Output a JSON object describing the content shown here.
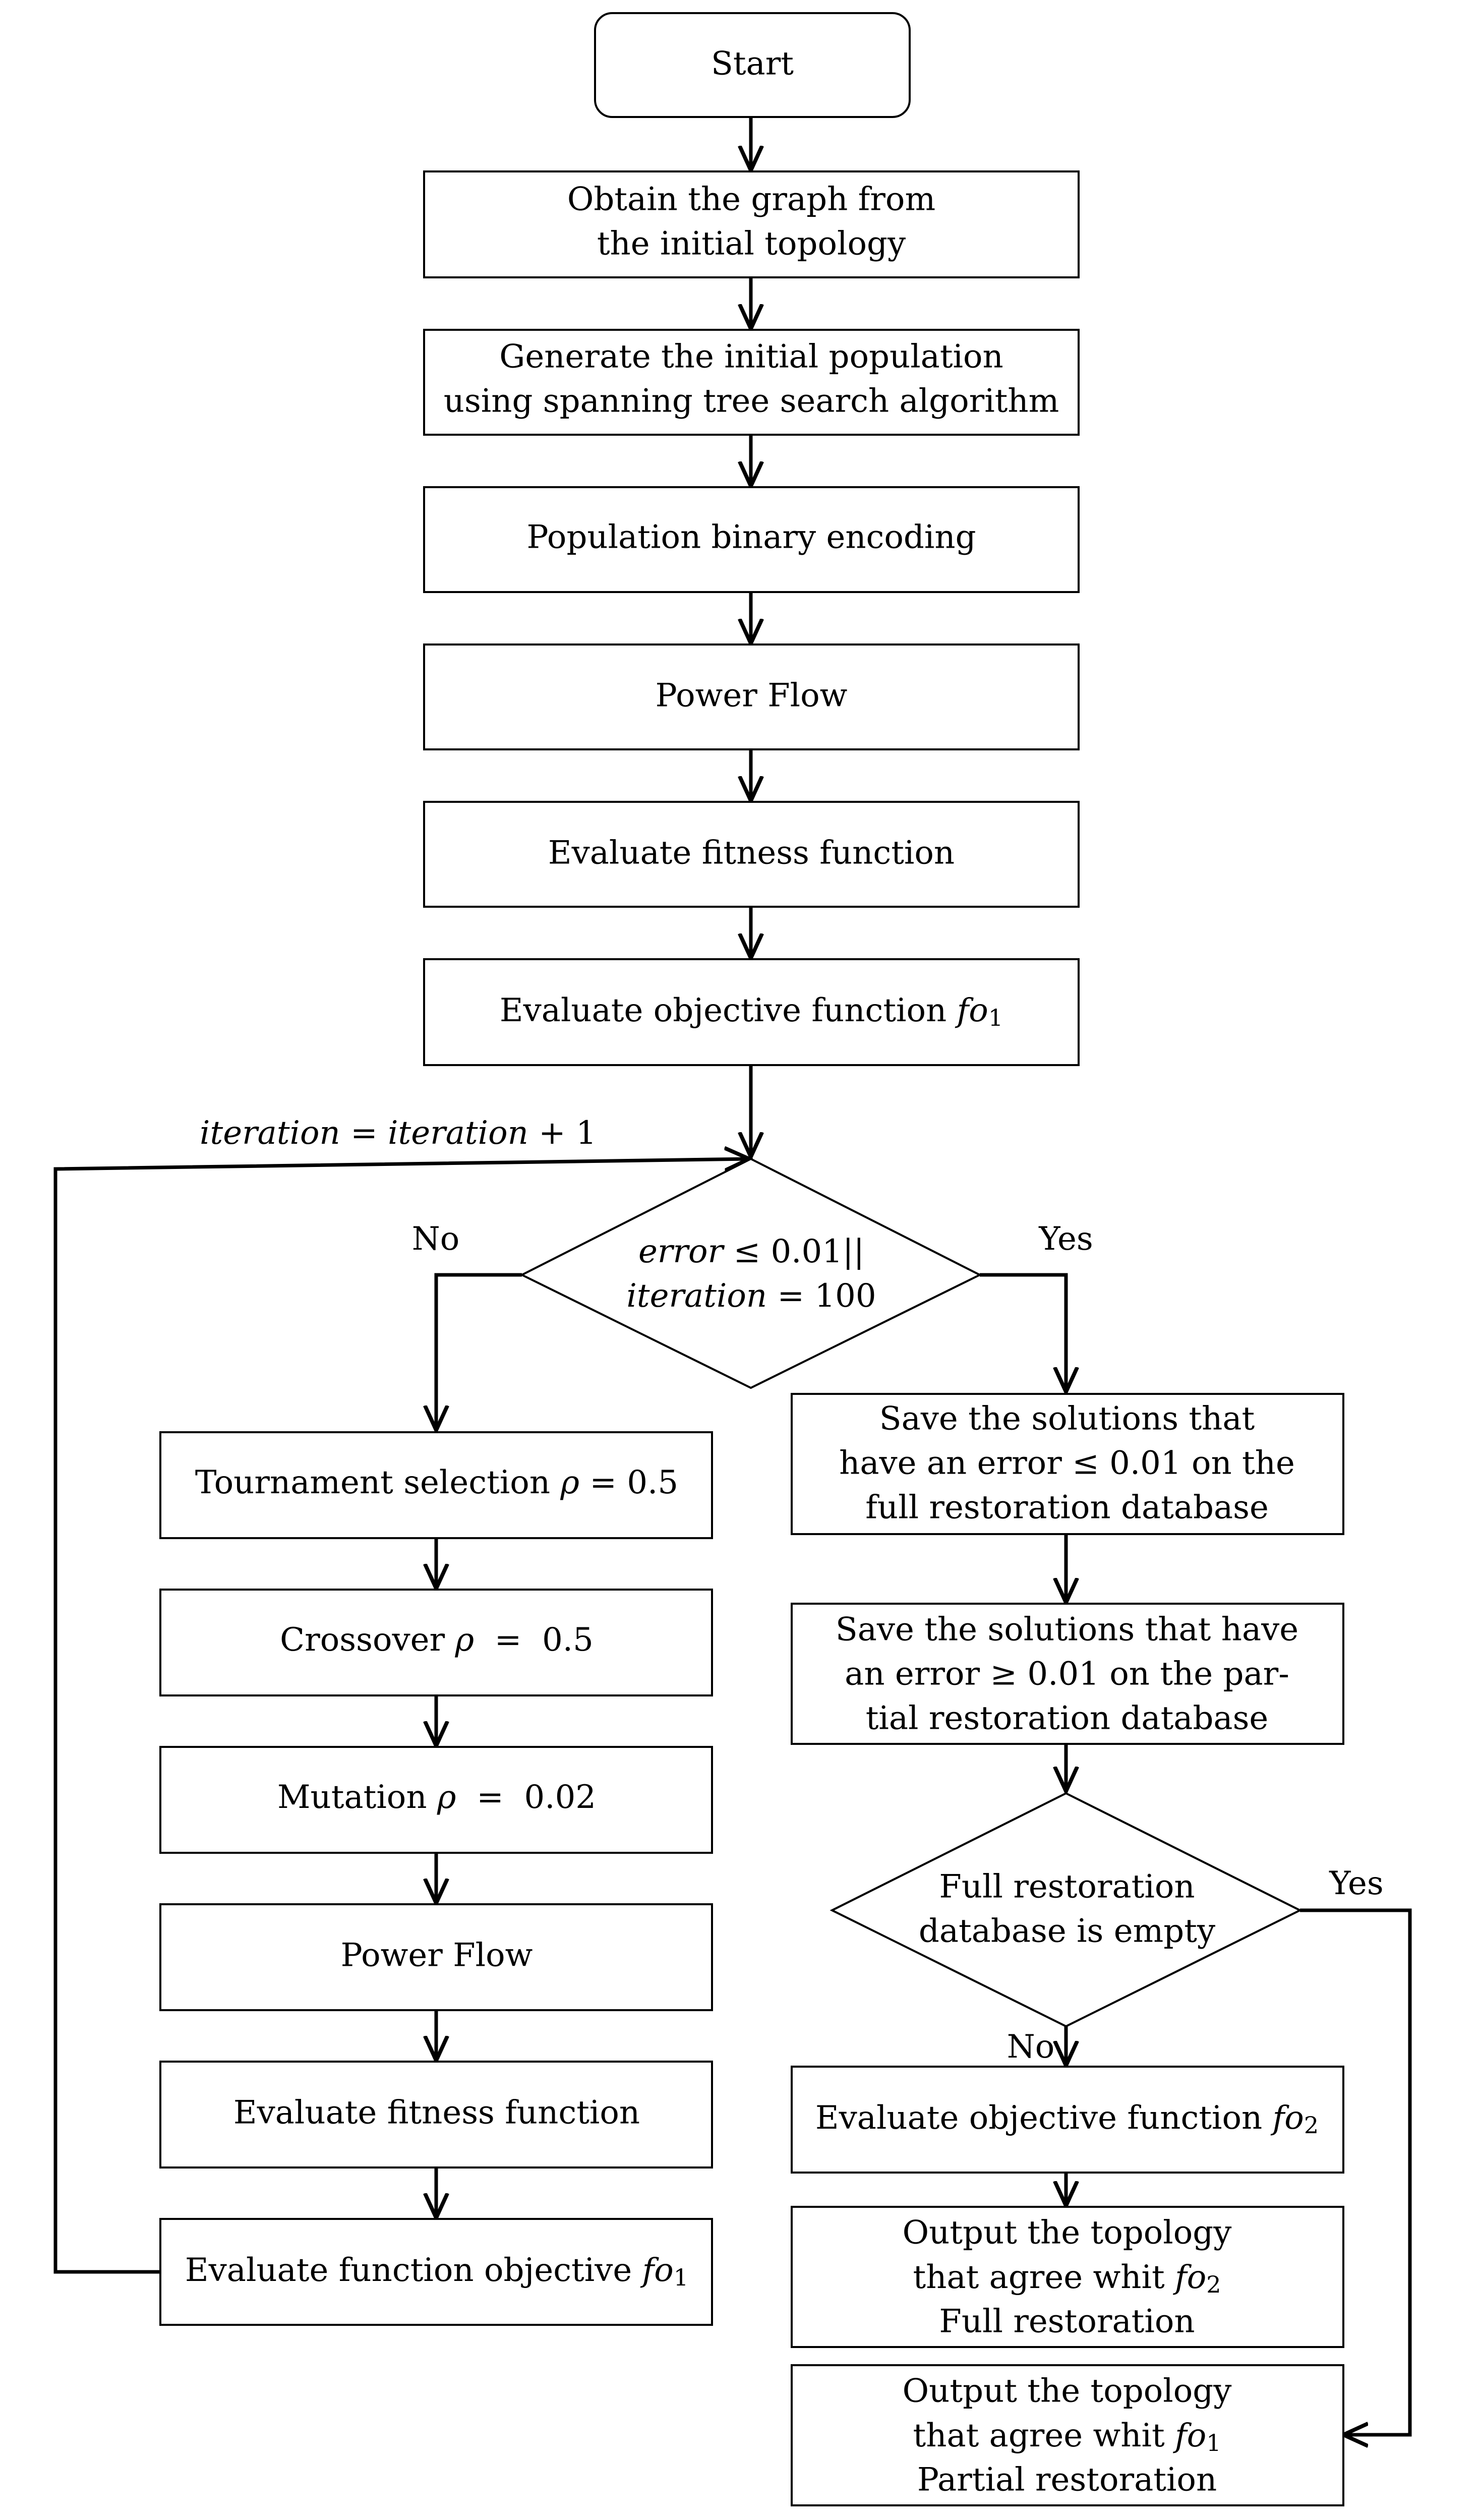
{
  "nodes": {
    "start": {
      "lines": [
        "Start"
      ]
    },
    "obtain_graph": {
      "lines": [
        "Obtain the graph from",
        "the initial topology"
      ]
    },
    "generate_population": {
      "lines": [
        "Generate the initial population",
        "using spanning tree search algorithm"
      ]
    },
    "binary_encoding": {
      "lines": [
        "Population binary encoding"
      ]
    },
    "power_flow_1": {
      "lines": [
        "Power Flow"
      ]
    },
    "fitness_1": {
      "lines": [
        "Evaluate fitness function"
      ]
    },
    "objective_fo1": {
      "text": "Evaluate objective function ",
      "var": "fo",
      "sub": "1"
    },
    "decision_error": {
      "line1": {
        "var": "error",
        "rest": " ≤ 0.01||"
      },
      "line2": {
        "var": "iteration",
        "rest": " = 100"
      }
    },
    "tournament": {
      "text": "Tournament selection ",
      "var": "ρ",
      "rest": " = 0.5"
    },
    "crossover": {
      "text": "Crossover ",
      "var": "ρ",
      "rest": "  =  0.5"
    },
    "mutation": {
      "text": "Mutation ",
      "var": "ρ",
      "rest": "  =  0.02"
    },
    "power_flow_2": {
      "lines": [
        "Power Flow"
      ]
    },
    "fitness_2": {
      "lines": [
        "Evaluate fitness function"
      ]
    },
    "objective_loop": {
      "text": "Evaluate function objective ",
      "var": "fo",
      "sub": "1"
    },
    "save_full": {
      "lines": [
        "Save the solutions that",
        "have an error ≤ 0.01 on the",
        "full restoration database"
      ]
    },
    "save_partial": {
      "lines": [
        "Save the solutions that have",
        "an error ≥ 0.01 on the par-",
        "tial restoration database"
      ]
    },
    "decision_empty": {
      "lines": [
        "Full restoration",
        "database is empty"
      ]
    },
    "objective_fo2": {
      "text": "Evaluate objective function ",
      "var": "fo",
      "sub": "2"
    },
    "output_full": {
      "line1": "Output the topology",
      "line2_text": "that agree whit ",
      "line2_var": "fo",
      "line2_sub": "2",
      "line3": "Full restoration"
    },
    "output_partial": {
      "line1": "Output the topology",
      "line2_text": "that agree whit ",
      "line2_var": "fo",
      "line2_sub": "1",
      "line3": "Partial restoration"
    }
  },
  "edge_labels": {
    "loop": {
      "var1": "iteration",
      "eq": " = ",
      "var2": "iteration",
      "rest": " + 1"
    },
    "no_1": "No",
    "yes_1": "Yes",
    "no_2": "No",
    "yes_2": "Yes"
  }
}
